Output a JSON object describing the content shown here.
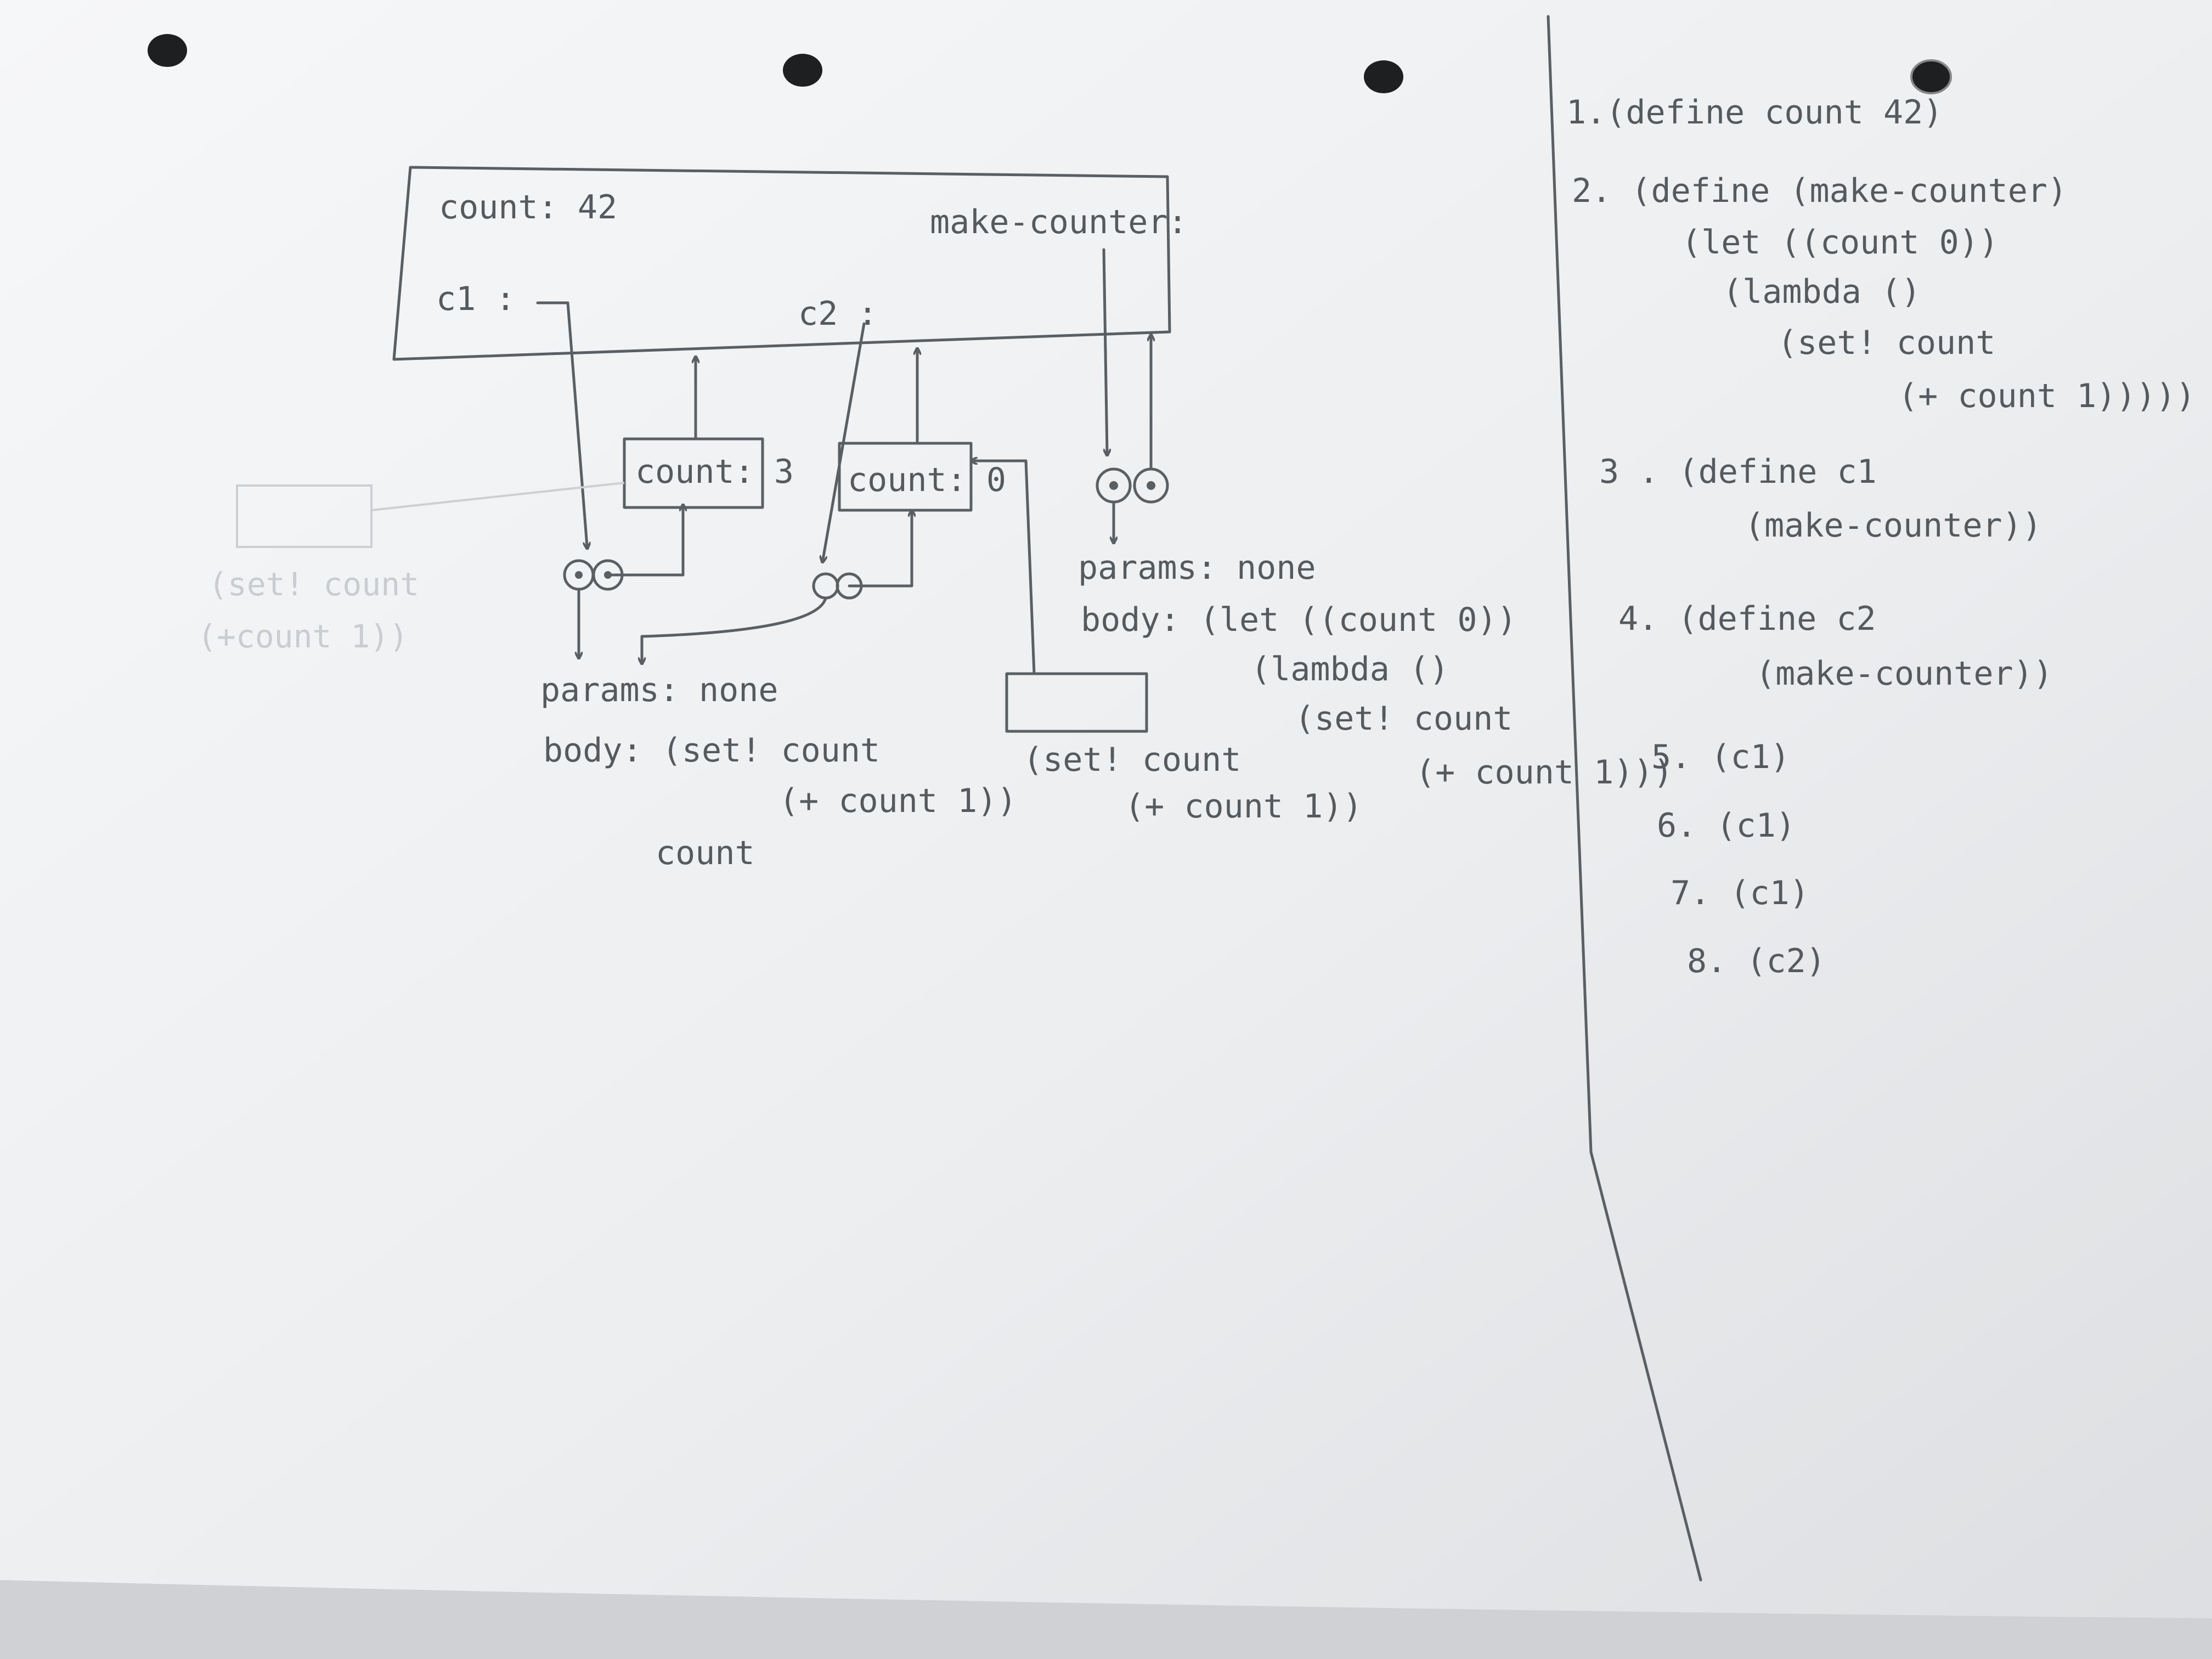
{
  "global_frame": {
    "count_binding": "count: 42",
    "make_counter_binding": "make-counter:",
    "c1_binding": "c1 :",
    "c2_binding": "c2 :"
  },
  "frames": {
    "c1_frame": "count: 3",
    "c2_frame": "count: 0"
  },
  "procedures": {
    "make_counter": {
      "params": "params: none",
      "body_lines": [
        "body: (let ((count 0))",
        "(lambda ()",
        "(set! count",
        "(+ count 1)))"
      ]
    },
    "c1": {
      "params": "params: none",
      "body_lines": [
        "body: (set! count",
        "(+ count 1))",
        "count"
      ]
    },
    "c2_body_lines": [
      "(set! count",
      "(+ count 1))"
    ]
  },
  "erased_sketch": {
    "body_lines": [
      "(set! count",
      "(+count 1))"
    ]
  },
  "code_listing": [
    "1.(define count 42)",
    "2. (define (make-counter)",
    "(let ((count 0))",
    "(lambda ()",
    "(set! count",
    "(+ count 1)))))",
    "3 . (define c1",
    "(make-counter))",
    "4. (define c2",
    "(make-counter))",
    "5. (c1)",
    "6. (c1)",
    "7. (c1)",
    "8. (c2)"
  ],
  "colors": {
    "paper": "#f1f2f4",
    "pencil": "#5a5f64",
    "faint": "#cdd0d3"
  }
}
